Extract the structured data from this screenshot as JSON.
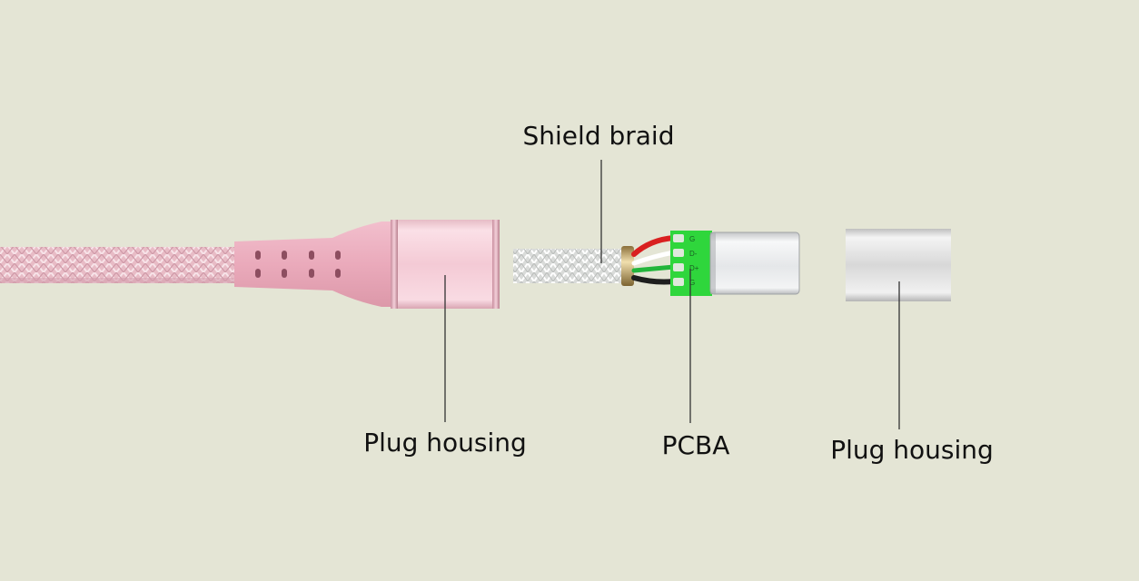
{
  "labels": {
    "shield_braid": "Shield braid",
    "plug_housing_left": "Plug housing",
    "pcba": "PCBA",
    "plug_housing_right": "Plug housing"
  },
  "pcb_pin_marks": [
    "G",
    "D-",
    "D+",
    "G"
  ],
  "colors": {
    "background": "#e4e5d5",
    "cable_braid": "#e8bcc6",
    "strain_relief": "#ebaec0",
    "pink_shell": "#f4c6d2",
    "shield_braid": "#e7e8e6",
    "pcb": "#2fd63c",
    "wire_red": "#d92020",
    "wire_green": "#23b53c",
    "wire_black": "#1e1e1e",
    "metal_connector": "#e9ebed",
    "plug_shell": "#dedede",
    "leader_line": "#333333"
  }
}
